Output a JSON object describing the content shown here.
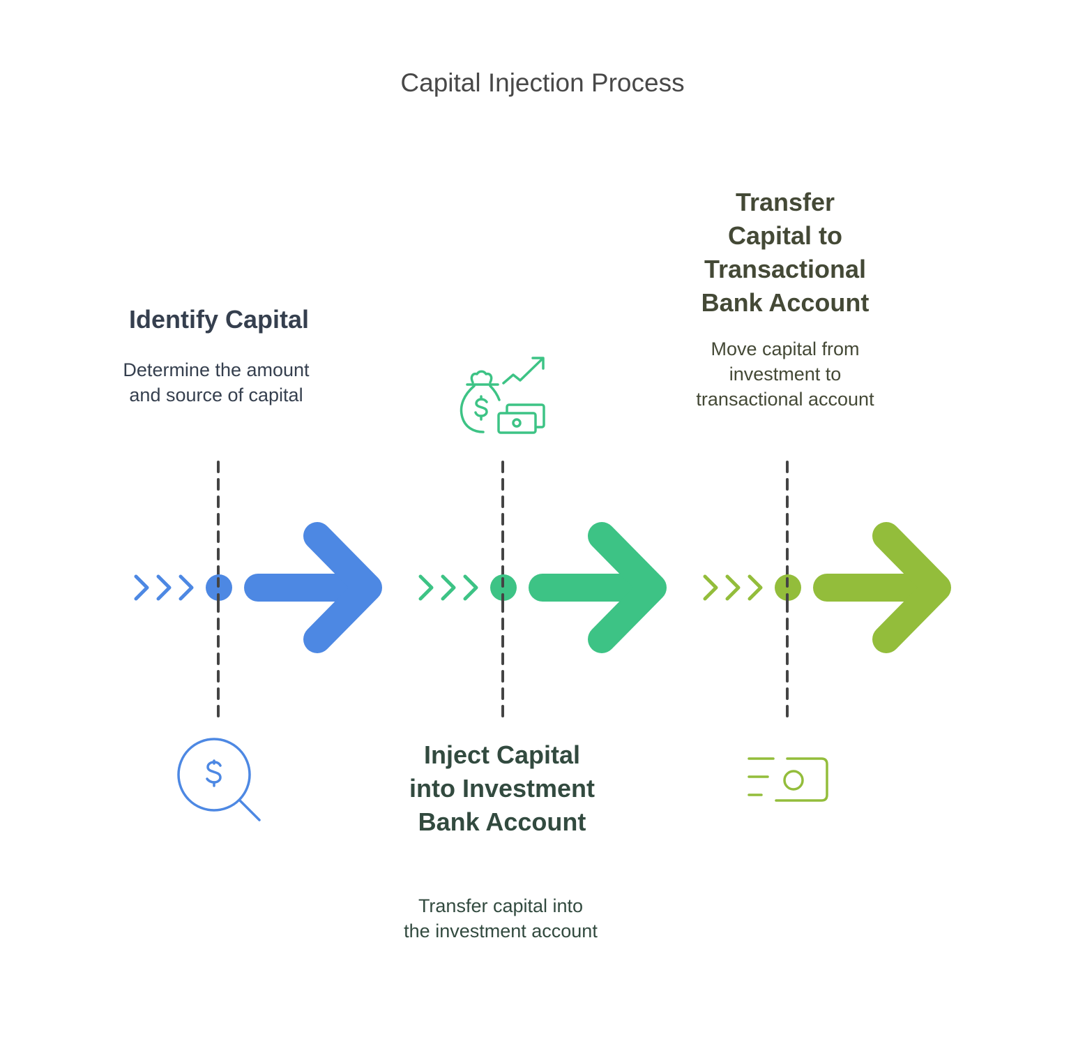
{
  "title": "Capital Injection Process",
  "colors": {
    "stage1": "#4d88e3",
    "stage2": "#3dc385",
    "stage3": "#93bd3b",
    "guide": "#444444",
    "stage1_text": "#353f4e",
    "stage2_text": "#324a3f",
    "stage3_text": "#444936",
    "title_text": "#484848"
  },
  "stages": [
    {
      "title": "Identify Capital",
      "description": "Determine the amount and source of capital",
      "icon": "magnifier-dollar-icon",
      "label_position": "above"
    },
    {
      "title": "Inject Capital into Investment Bank Account",
      "description": "Transfer capital into the investment account",
      "icon": "money-bag-growth-icon",
      "label_position": "below"
    },
    {
      "title": "Transfer Capital to Transactional Bank Account",
      "description": "Move capital from investment to transactional account",
      "icon": "fast-money-transfer-icon",
      "label_position": "above"
    }
  ]
}
